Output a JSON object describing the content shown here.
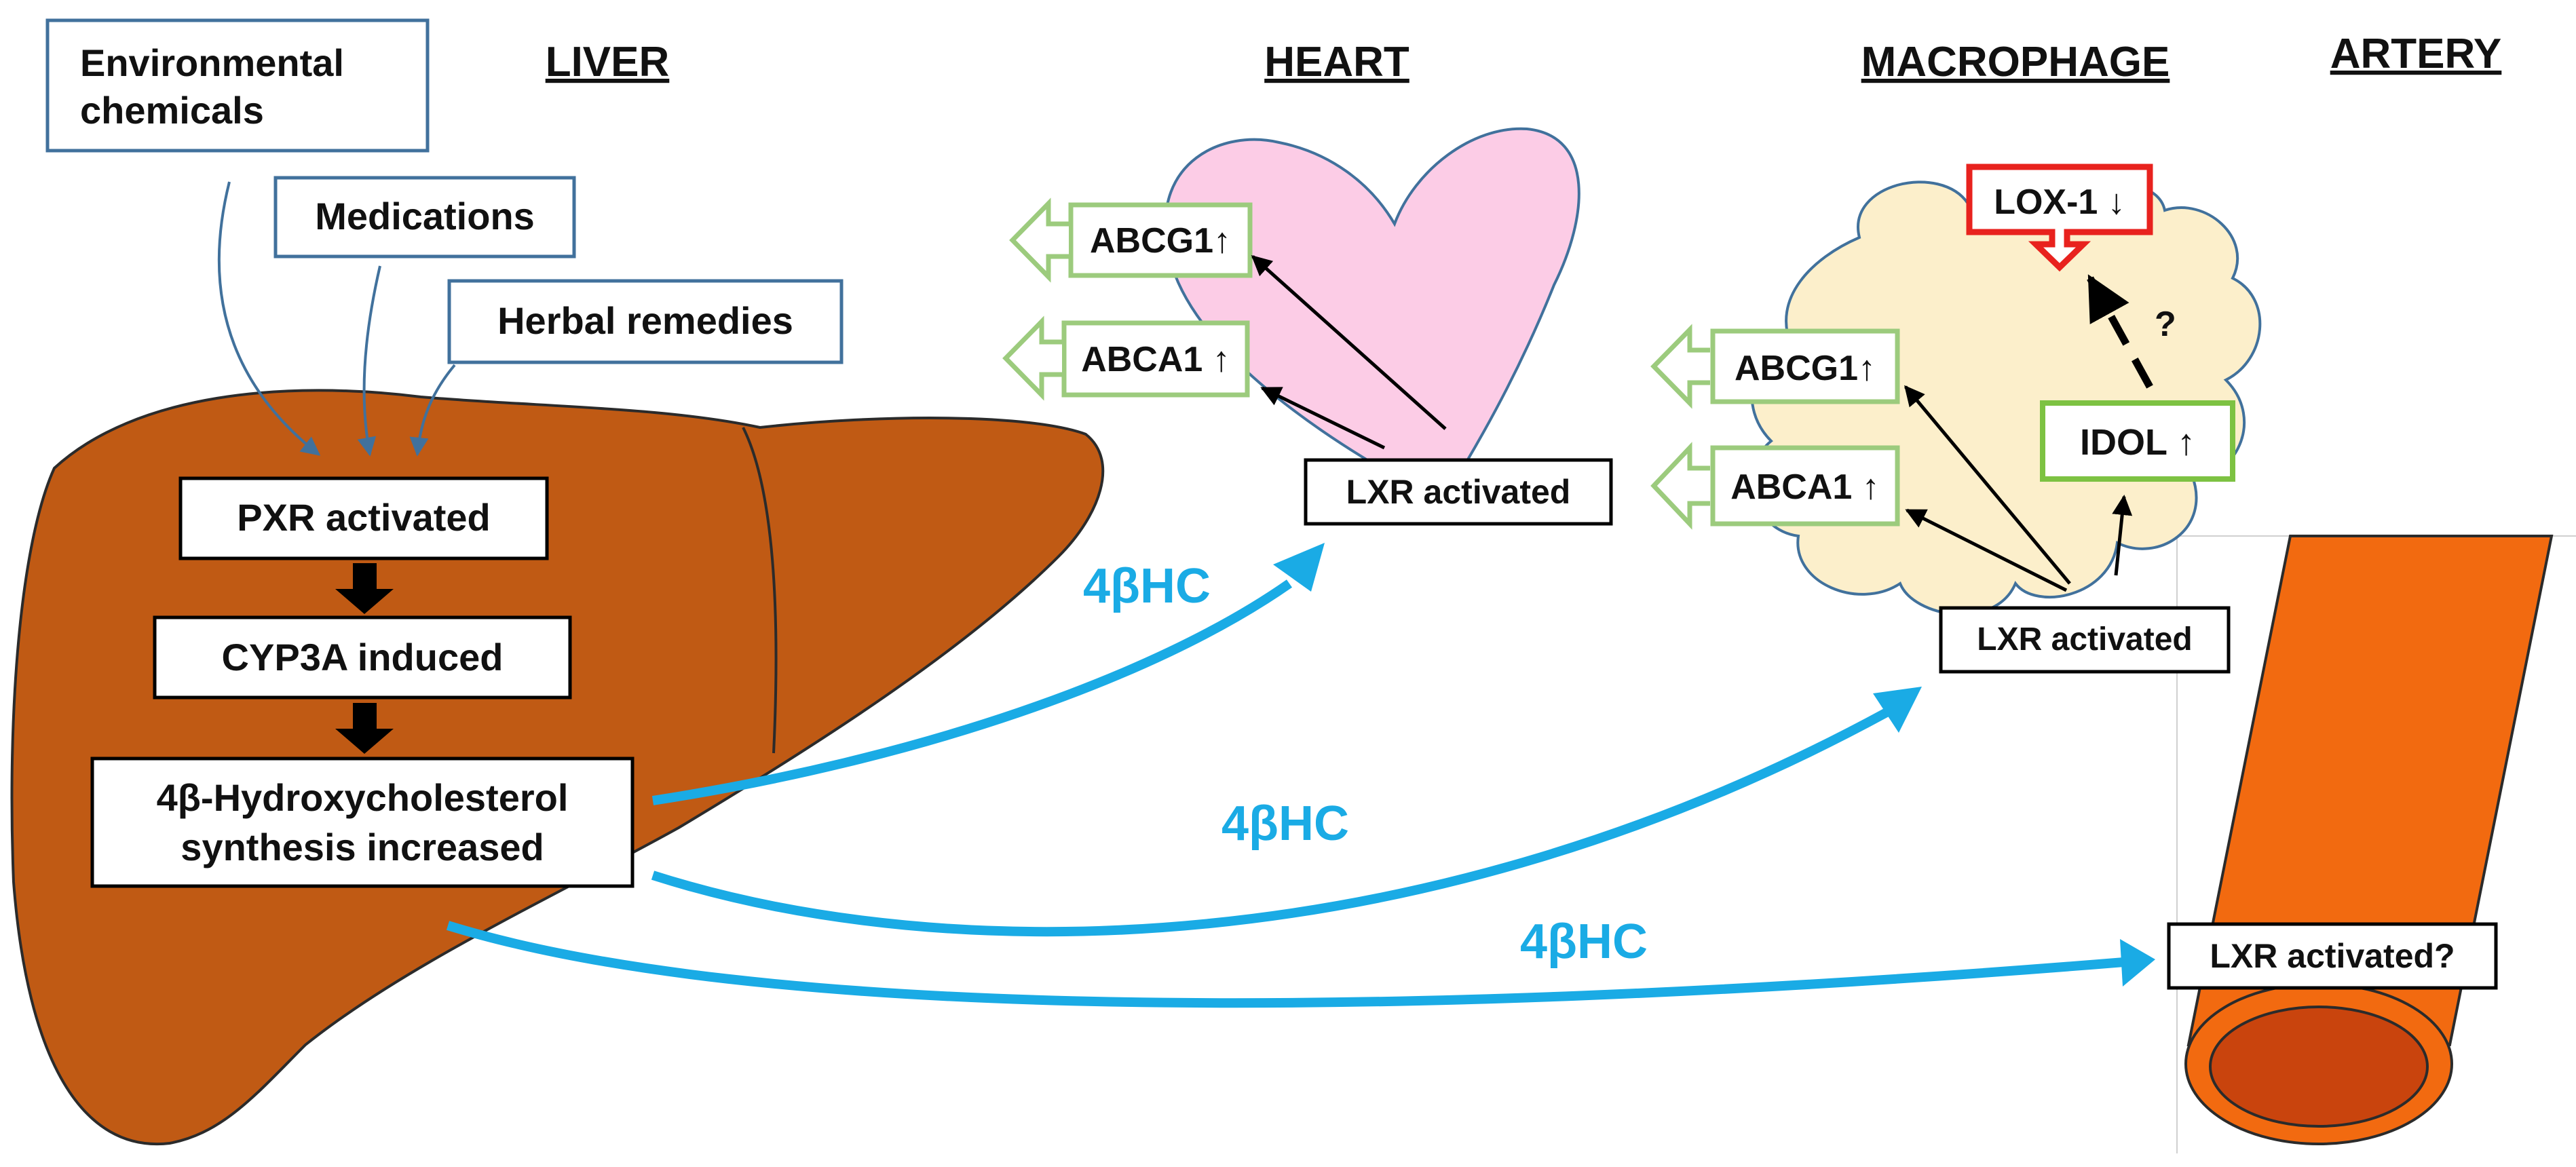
{
  "sections": {
    "liver": "LIVER",
    "heart": "HEART",
    "macrophage": "MACROPHAGE",
    "artery": "ARTERY"
  },
  "inputs": {
    "environmental_line1": "Environmental",
    "environmental_line2": "chemicals",
    "medications": "Medications",
    "herbal": "Herbal remedies"
  },
  "liver_steps": {
    "pxr": "PXR activated",
    "cyp3a": "CYP3A induced",
    "hydroxy_line1": "4β-Hydroxycholesterol",
    "hydroxy_line2": "synthesis increased"
  },
  "heart": {
    "abcg1": "ABCG1↑",
    "abca1": "ABCA1 ↑",
    "lxr": "LXR activated"
  },
  "macrophage": {
    "lox1": "LOX-1 ↓",
    "question": "?",
    "idol": "IDOL ↑",
    "abcg1": "ABCG1↑",
    "abca1": "ABCA1 ↑",
    "lxr": "LXR activated"
  },
  "artery": {
    "lxr": "LXR activated?"
  },
  "flows": {
    "to_heart": "4βHC",
    "to_macrophage": "4βHC",
    "to_artery": "4βHC"
  },
  "colors": {
    "liver": "#C05A14",
    "heart": "#FCCCE6",
    "macrophage_cell": "#FCEFCB",
    "artery": "#F26A10",
    "artery_lumen": "#C9440D",
    "flow_arrow": "#1AABE5",
    "input_border": "#41719C",
    "up_box_border": "#9CCB7D",
    "idol_border": "#7DC242",
    "lox1_border": "#E8221E"
  }
}
